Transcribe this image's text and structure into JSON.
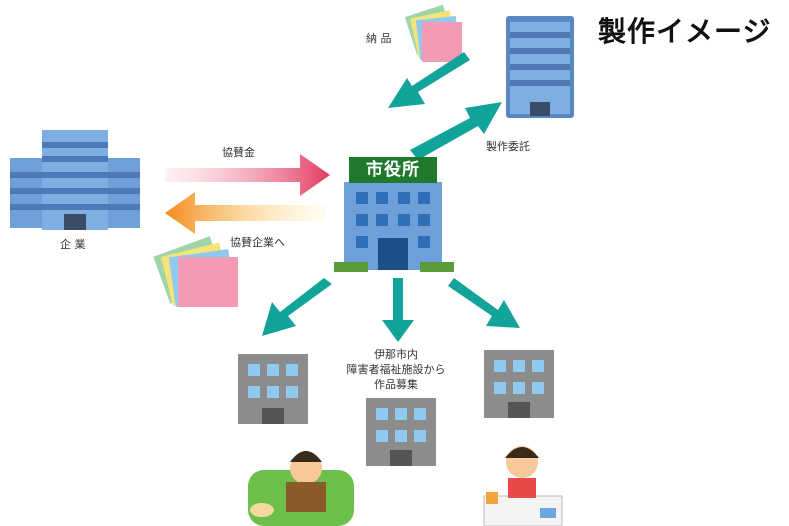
{
  "title": "製作イメージ",
  "labels": {
    "delivery": "納 品",
    "commission": "製作委託",
    "sponsorship": "協賛金",
    "to_sponsors": "協賛企業へ",
    "company": "企 業",
    "city_hall_sign": "市役所"
  },
  "recruitment": {
    "line1": "伊那市内",
    "line2": "障害者福祉施設から",
    "line3": "作品募集"
  },
  "colors": {
    "teal_arrow": "#12a39a",
    "pink_arrow": "#e24a6a",
    "orange_arrow": "#f29a1f",
    "building_blue": "#6f9fd8",
    "facility_gray": "#8c8c8c",
    "city_hall_green": "#1f7a2e"
  }
}
